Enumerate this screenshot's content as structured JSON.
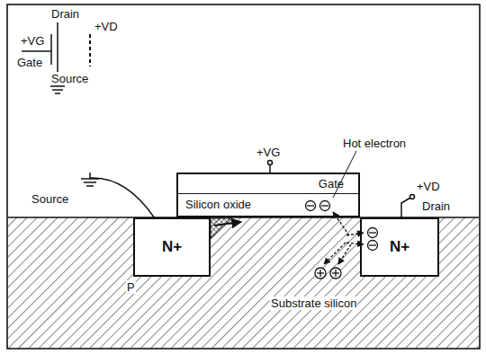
{
  "diagram": {
    "nodes": [
      {
        "text": [
          "Gate"
        ]
      },
      {
        "text": [
          "Silicon oxide"
        ]
      },
      {
        "text": [
          "N+"
        ]
      },
      {
        "text": [
          "N+"
        ]
      }
    ],
    "labels": [
      "Drain",
      "+VD",
      "+VG",
      "Gate",
      "Source",
      "+VG",
      "Hot electron",
      "+VD",
      "Drain",
      "Source",
      "P",
      "Substrate silicon"
    ]
  }
}
